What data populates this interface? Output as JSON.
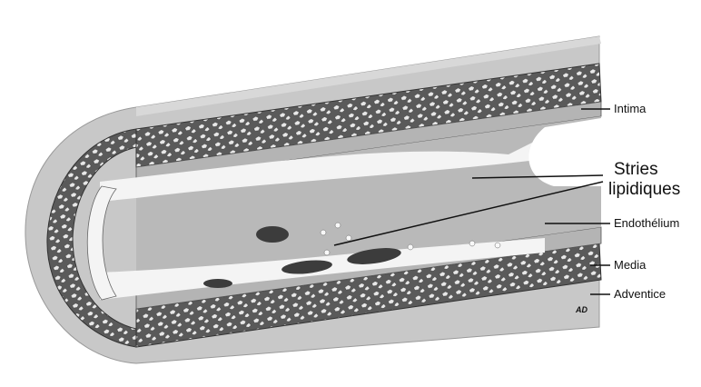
{
  "labels": {
    "intima": "Intima",
    "stries_line1": "Stries",
    "stries_line2": "lipidiques",
    "endothelium": "Endothélium",
    "media": "Media",
    "adventice": "Adventice"
  },
  "signature": "AD",
  "colors": {
    "adventitia": "#c8c8c8",
    "media": "#5a5a5a",
    "cell": "#e8e8e8",
    "intima": "#b4b4b4",
    "endothelium": "#f4f4f4",
    "lumen": "#b9b9b9",
    "lipid": "#3c3c3c"
  }
}
